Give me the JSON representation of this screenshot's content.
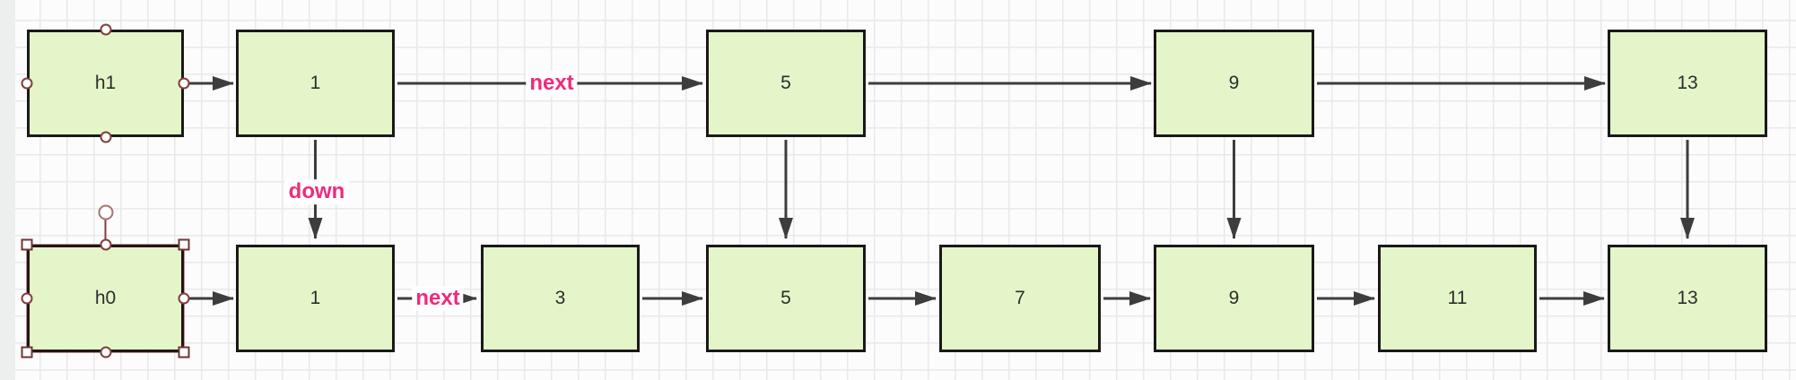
{
  "rows": {
    "top": [
      {
        "label": "h1"
      },
      {
        "label": "1"
      },
      {
        "label": "5"
      },
      {
        "label": "9"
      },
      {
        "label": "13"
      }
    ],
    "bottom": [
      {
        "label": "h0"
      },
      {
        "label": "1"
      },
      {
        "label": "3"
      },
      {
        "label": "5"
      },
      {
        "label": "7"
      },
      {
        "label": "9"
      },
      {
        "label": "11"
      },
      {
        "label": "13"
      }
    ]
  },
  "edge_labels": {
    "top_next": "next",
    "bottom_next": "next",
    "down": "down"
  },
  "colors": {
    "node_fill": "#e4f6c9",
    "node_border": "#191919",
    "arrow": "#3d3d3d",
    "label_pink": "#ee2b7c",
    "handle_maroon": "#823e3e",
    "grid_line": "#e9e9ec",
    "canvas_bg": "#fcfcfc",
    "page_edge": "#edeeee"
  }
}
